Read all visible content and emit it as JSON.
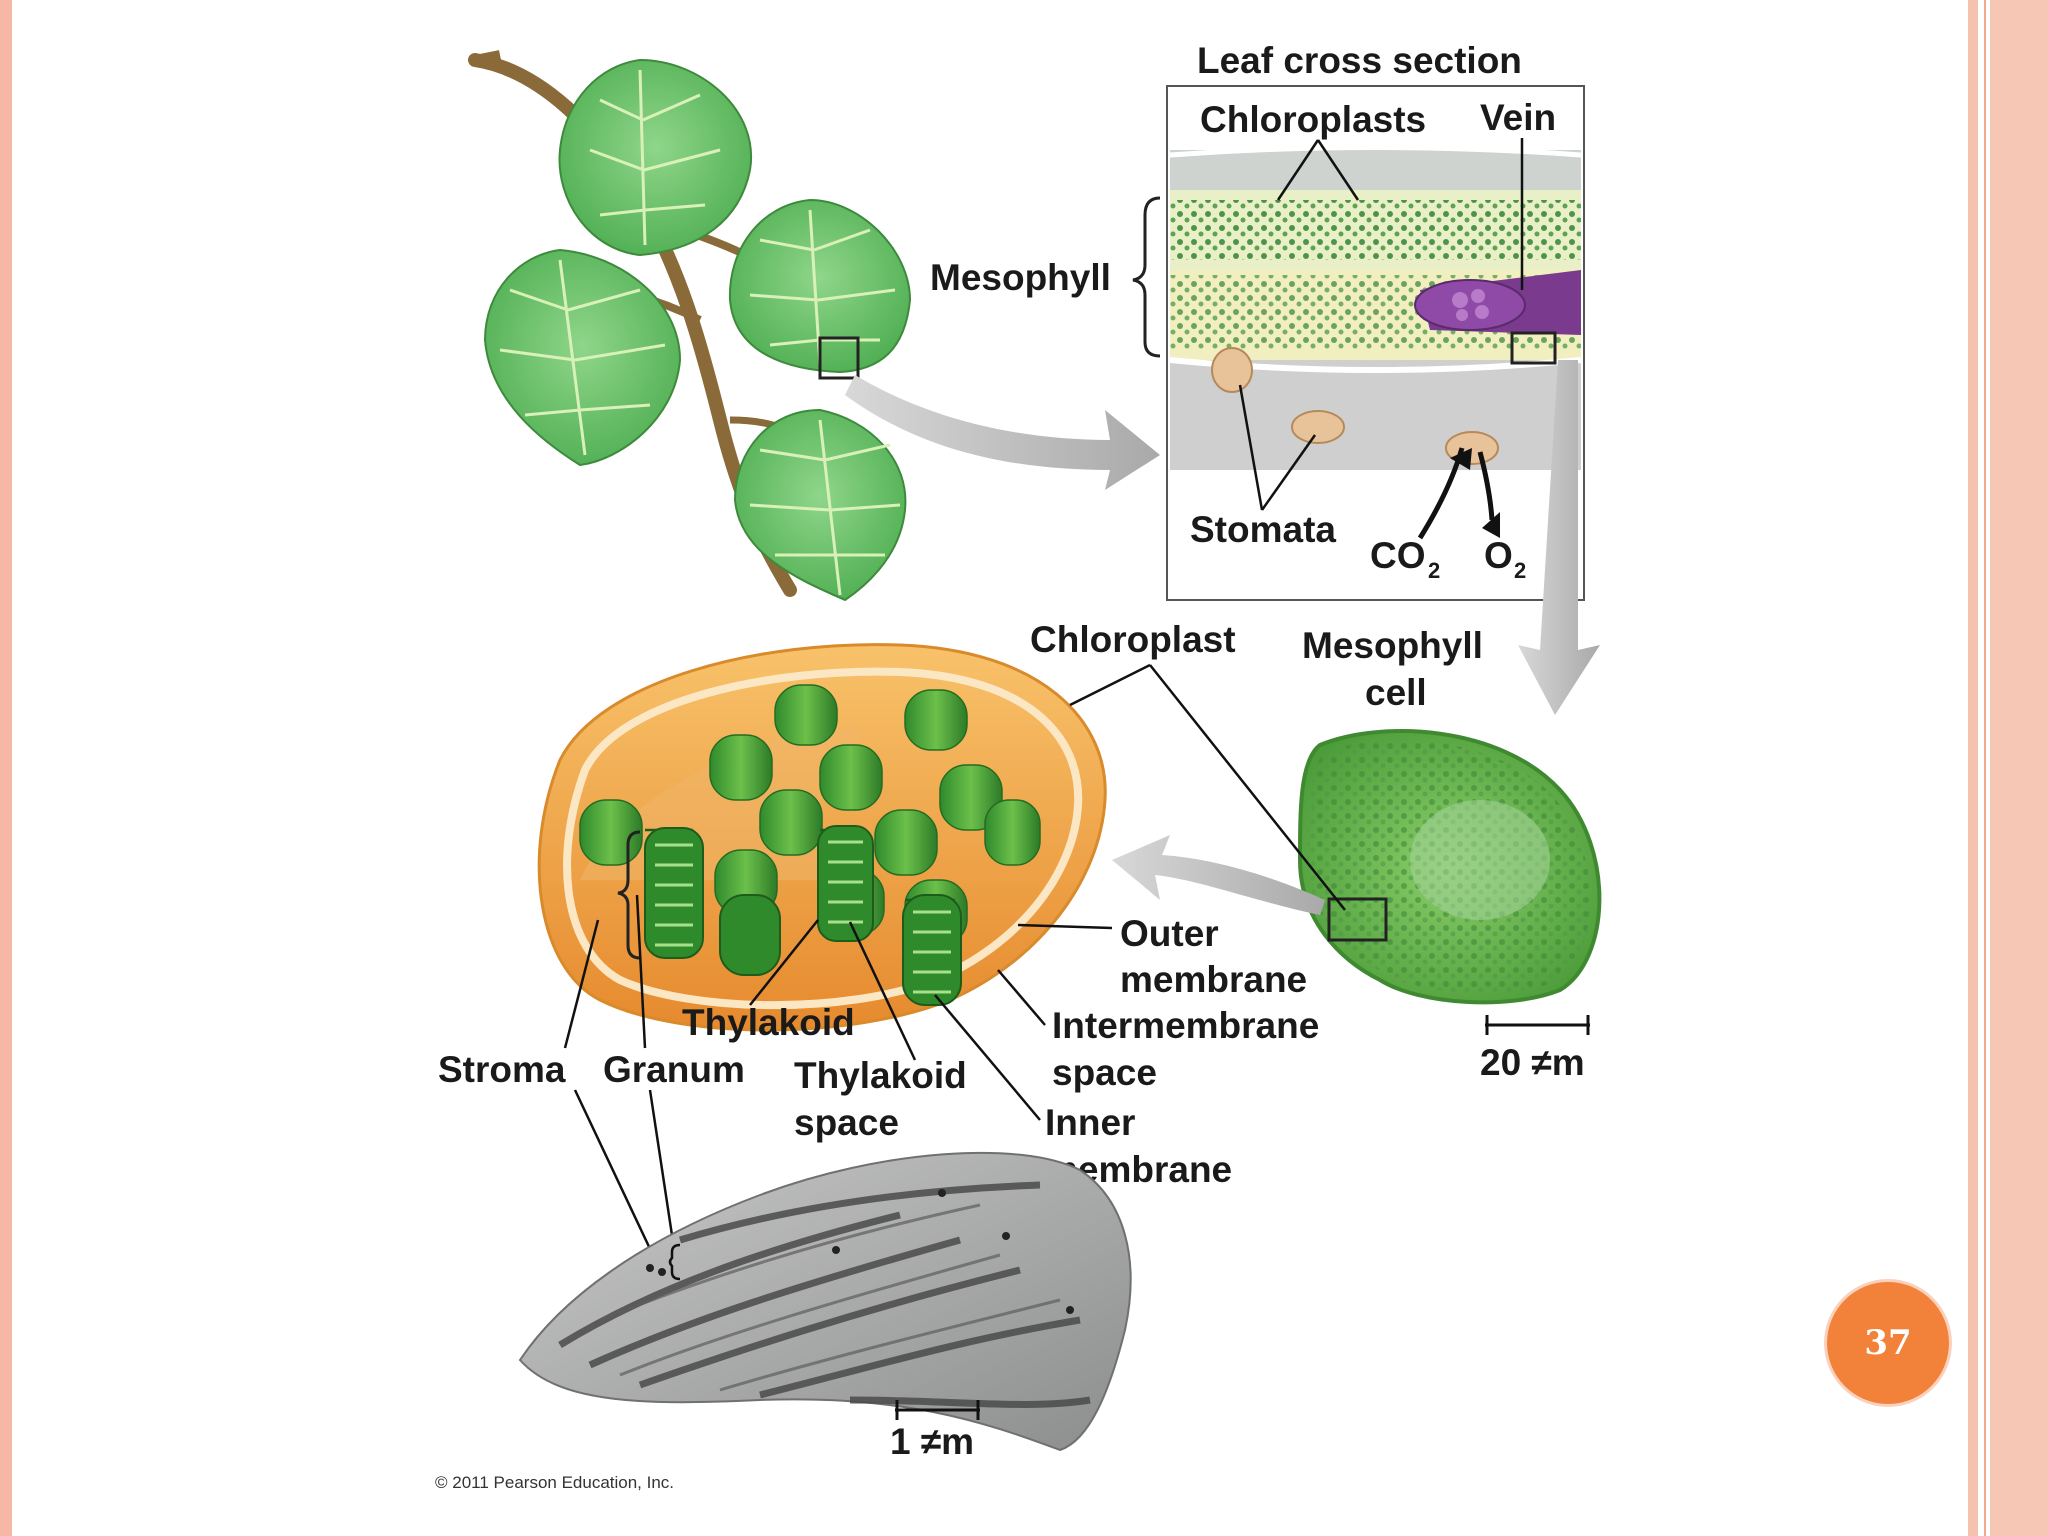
{
  "labels": {
    "leaf_cross_section": "Leaf cross section",
    "chloroplasts": "Chloroplasts",
    "vein": "Vein",
    "mesophyll": "Mesophyll",
    "stomata": "Stomata",
    "co2": "CO",
    "co2_sub": "2",
    "o2": "O",
    "o2_sub": "2",
    "chloroplast": "Chloroplast",
    "mesophyll_cell_1": "Mesophyll",
    "mesophyll_cell_2": "cell",
    "outer_membrane_1": "Outer",
    "outer_membrane_2": "membrane",
    "intermembrane_1": "Intermembrane",
    "intermembrane_2": "space",
    "inner_membrane_1": "Inner",
    "inner_membrane_2": "membrane",
    "thylakoid": "Thylakoid",
    "thylakoid_space_1": "Thylakoid",
    "thylakoid_space_2": "space",
    "stroma": "Stroma",
    "granum": "Granum",
    "scale_20": "20 ≠m",
    "scale_1": "1 ≠m",
    "copyright": "© 2011 Pearson Education, Inc."
  },
  "page_number": "37",
  "colors": {
    "accent": "#f2823a",
    "border": "#f6b8a4",
    "leaf": "#6cc46c",
    "chloroplast_envelope": "#f2a94a",
    "vein": "#7a3b8f"
  }
}
